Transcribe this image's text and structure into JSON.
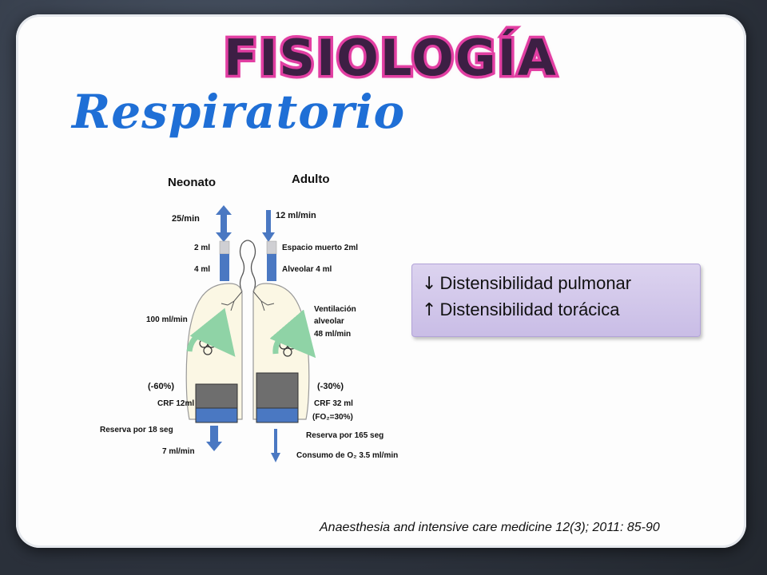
{
  "slide": {
    "title": "FISIOLOGÍA",
    "subtitle": "Respiratorio"
  },
  "diagram": {
    "headers": {
      "left": "Neonato",
      "right": "Adulto"
    },
    "neonato": {
      "rate": "25/min",
      "dead_space": "2 ml",
      "alveolar": "4 ml",
      "ventilation": "100 ml/min",
      "crf_change": "(-60%)",
      "crf": "CRF 12ml",
      "reserve": "Reserva por 18 seg",
      "consumption": "7 ml/min"
    },
    "adulto": {
      "volume": "12 ml/min",
      "dead_space": "Espacio muerto 2ml",
      "alveolar": "Alveolar 4 ml",
      "ventilation_l1": "Ventilación",
      "ventilation_l2": "alveolar",
      "ventilation_l3": "48 ml/min",
      "crf_change": "(-30%)",
      "crf": "CRF 32 ml",
      "fo2": "(FO₂=30%)",
      "reserve": "Reserva por 165 seg",
      "consumption": "Consumo de O₂ 3.5 ml/min"
    },
    "colors": {
      "blue": "#4a78c2",
      "gray": "#6e6e6e",
      "green": "#8fd3a6",
      "lung": "#fbf7e4"
    }
  },
  "info": {
    "line1_arrow": "↓",
    "line1_text": "Distensibilidad pulmonar",
    "line2_arrow": "↑",
    "line2_text": "Distensibilidad torácica"
  },
  "citation": "Anaesthesia and intensive care medicine 12(3); 2011: 85-90"
}
